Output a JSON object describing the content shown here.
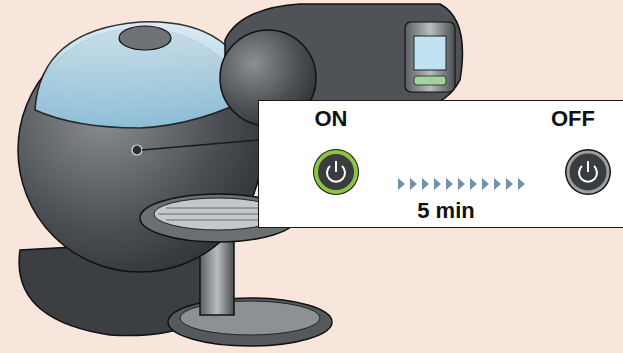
{
  "diagram": {
    "nodes": [
      {
        "text": [
          "ON",
          "OFF",
          "5 min"
        ]
      }
    ]
  }
}
